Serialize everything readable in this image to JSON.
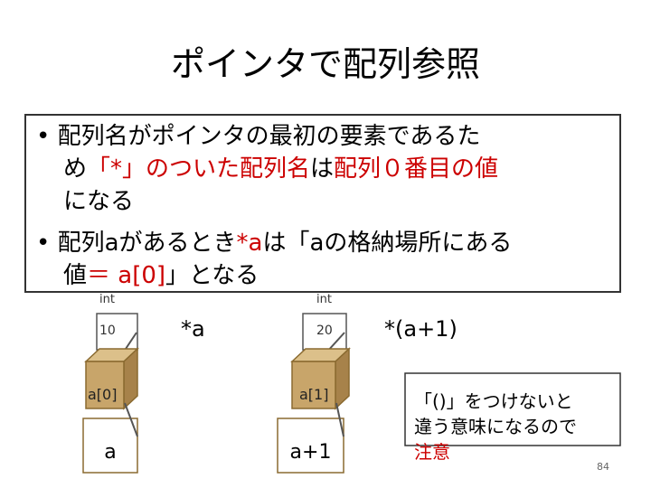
{
  "title": "ポインタで配列参照",
  "bullets": {
    "l1": "• 配列名がポインタの最初の要素であるた",
    "l2a": "め",
    "l2b": "「*」のついた配列名",
    "l2c": "は",
    "l2d": "配列０番目の値",
    "l3": "になる",
    "l4a": "• 配列aがあるとき",
    "l4b": "*a",
    "l4c": "は「aの格納場所にある",
    "l5a": "値",
    "l5b": "＝ a[0]",
    "l5c": "」となる"
  },
  "diagram": {
    "type1": "int",
    "type2": "int",
    "value1": "10",
    "value2": "20",
    "ptr1": "*a",
    "ptr2": "*(a+1)",
    "elem1": "a[0]",
    "elem2": "a[1]",
    "var1": "a",
    "var2": "a+1"
  },
  "note": {
    "l1": "「()」をつけないと",
    "l2": "違う意味になるので",
    "l3": "注意"
  },
  "page_number": "84",
  "colors": {
    "box_fill": "#c8a56a",
    "box_stroke": "#8a6a30",
    "highlight": "#cc0000",
    "frame": "#333333"
  }
}
